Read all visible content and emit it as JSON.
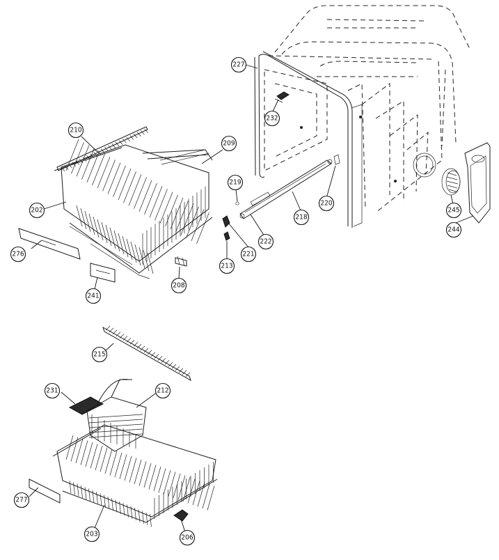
{
  "diagram": {
    "callouts": [
      {
        "id": "227",
        "label": "227"
      },
      {
        "id": "232",
        "label": "232"
      },
      {
        "id": "210",
        "label": "210"
      },
      {
        "id": "209",
        "label": "209"
      },
      {
        "id": "219",
        "label": "219"
      },
      {
        "id": "220",
        "label": "220"
      },
      {
        "id": "202",
        "label": "202"
      },
      {
        "id": "218",
        "label": "218"
      },
      {
        "id": "221",
        "label": "221"
      },
      {
        "id": "222",
        "label": "222"
      },
      {
        "id": "245",
        "label": "245"
      },
      {
        "id": "244",
        "label": "244"
      },
      {
        "id": "276",
        "label": "276"
      },
      {
        "id": "213",
        "label": "213"
      },
      {
        "id": "241",
        "label": "241"
      },
      {
        "id": "208",
        "label": "208"
      },
      {
        "id": "215",
        "label": "215"
      },
      {
        "id": "231",
        "label": "231"
      },
      {
        "id": "212",
        "label": "212"
      },
      {
        "id": "277",
        "label": "277"
      },
      {
        "id": "203",
        "label": "203"
      },
      {
        "id": "206",
        "label": "206"
      }
    ]
  }
}
